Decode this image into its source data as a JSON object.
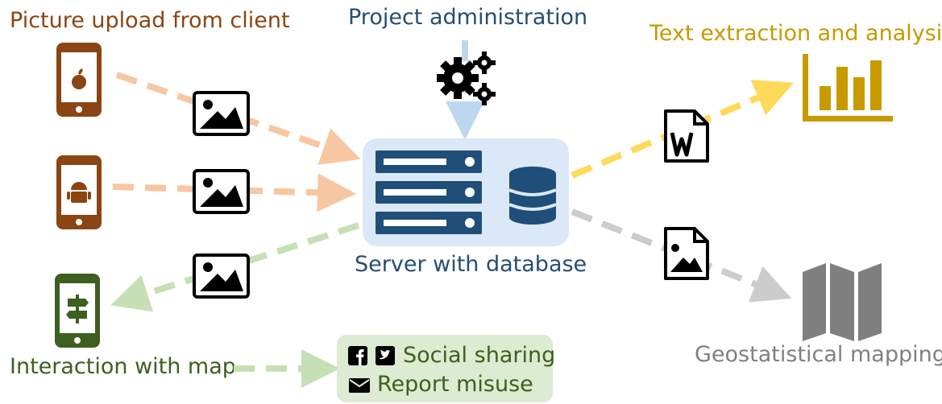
{
  "labels": {
    "upload": "Picture upload from client",
    "admin": "Project administration",
    "text_analysis": "Text extraction and analysis",
    "server": "Server with database",
    "interaction": "Interaction with map",
    "geo": "Geostatistical mapping"
  },
  "social": {
    "sharing": "Social sharing",
    "report": "Report misuse"
  },
  "colors": {
    "upload": "#8b4512",
    "admin": "#254e74",
    "text": "#c79a00",
    "interaction": "#3d5f1f",
    "geo": "#808080",
    "arrow_orange": "#f7c7a3",
    "arrow_yellow": "#ffd95a",
    "arrow_green": "#c5e0b4",
    "arrow_gray": "#cccccc",
    "arrow_blue": "#bdd7ee"
  },
  "icons": {
    "client_1": "apple-phone-icon",
    "client_2": "android-phone-icon",
    "client_3": "signpost-phone-icon",
    "image": "picture-icon",
    "gears": "gears-icon",
    "server": "server-rack-icon",
    "database": "database-icon",
    "word_doc": "word-document-icon",
    "image_doc": "image-document-icon",
    "chart": "bar-chart-icon",
    "map": "folded-map-icon",
    "facebook": "facebook-icon",
    "twitter": "twitter-icon",
    "mail": "envelope-icon"
  }
}
